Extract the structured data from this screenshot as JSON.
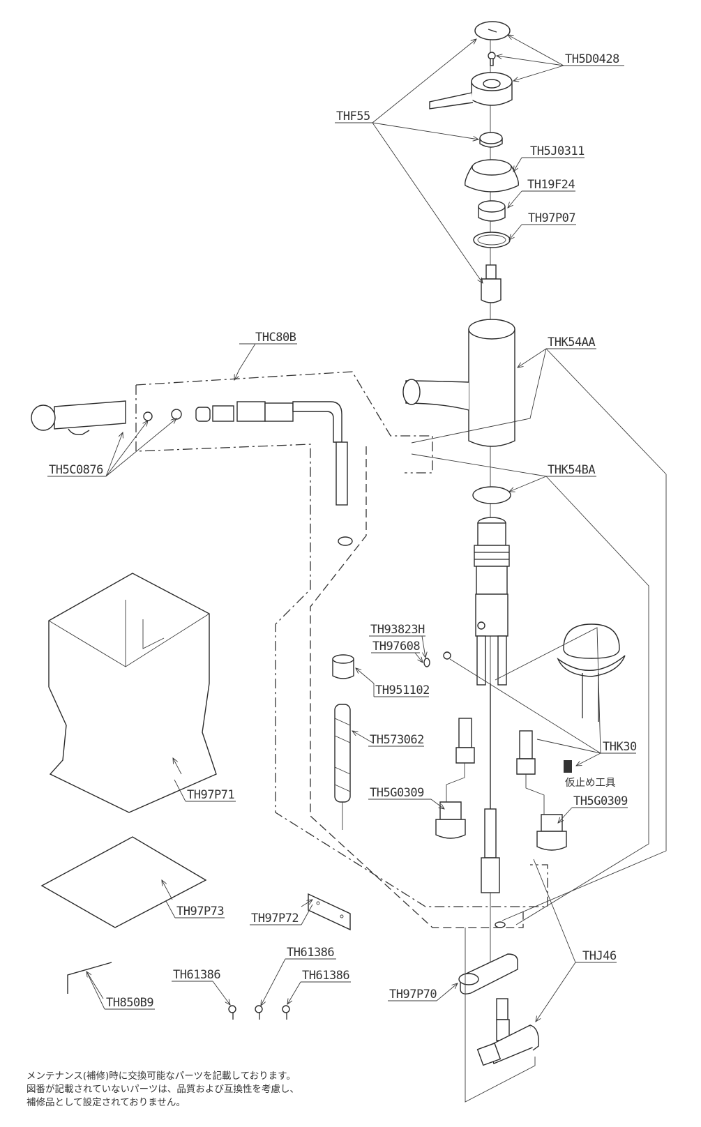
{
  "diagram": {
    "type": "exploded parts diagram",
    "subject": "single-lever faucet maintenance parts",
    "parts": [
      {
        "id": "handle-cap",
        "label": "TH5D0428"
      },
      {
        "id": "cartridge-top",
        "label": "THF55"
      },
      {
        "id": "cover-nut",
        "label": "TH5J0311"
      },
      {
        "id": "ring-nut",
        "label": "TH19F24"
      },
      {
        "id": "o-ring-top",
        "label": "TH97P07"
      },
      {
        "id": "spout-assembly",
        "label": "THC80B"
      },
      {
        "id": "aerator",
        "label": "TH5C0876"
      },
      {
        "id": "body",
        "label": "THK54AA"
      },
      {
        "id": "body-packing",
        "label": "THK54BA"
      },
      {
        "id": "pin",
        "label": "TH93823H"
      },
      {
        "id": "clip",
        "label": "TH97608"
      },
      {
        "id": "hose-nut",
        "label": "TH951102"
      },
      {
        "id": "hose-guide",
        "label": "TH573062"
      },
      {
        "id": "mounting-set",
        "label": "THK30"
      },
      {
        "id": "temporary-tool",
        "label": "仮止め工具"
      },
      {
        "id": "check-valve-left",
        "label": "TH5G0309"
      },
      {
        "id": "check-valve-right",
        "label": "TH5G0309"
      },
      {
        "id": "bag",
        "label": "TH97P71"
      },
      {
        "id": "sheet",
        "label": "TH97P73"
      },
      {
        "id": "bracket",
        "label": "TH97P72"
      },
      {
        "id": "hex-key",
        "label": "TH850B9"
      },
      {
        "id": "screw-1",
        "label": "TH61386"
      },
      {
        "id": "screw-2",
        "label": "TH61386"
      },
      {
        "id": "screw-3",
        "label": "TH61386"
      },
      {
        "id": "weight",
        "label": "TH97P70"
      },
      {
        "id": "branch-valve",
        "label": "THJ46"
      }
    ],
    "notes": [
      "メンテナンス(補修)時に交換可能なパーツを記載しております。",
      "図番が記載されていないパーツは、品質および互換性を考慮し、",
      "補修品として設定されておりません。"
    ]
  }
}
